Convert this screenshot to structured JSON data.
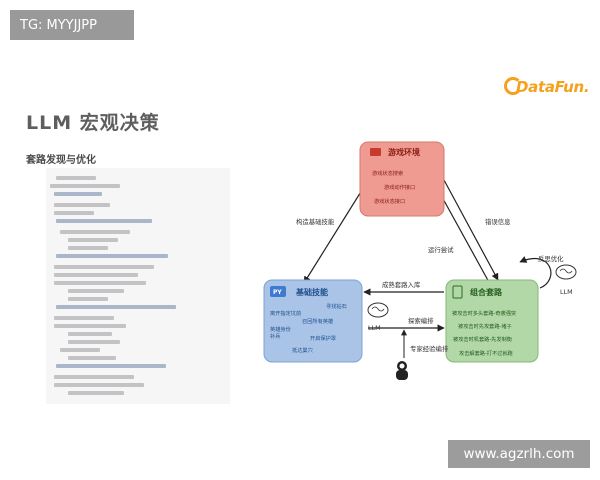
{
  "tag": "TG: MYYJJPP",
  "logo": "DataFun.",
  "title": "LLM  宏观决策",
  "subtitle": "套路发现与优化",
  "nodes": {
    "env": {
      "title": "游戏环境",
      "items": [
        "游戏状态搜索",
        "游戏动作接口",
        "游戏状态接口"
      ]
    },
    "basic": {
      "badge": "PY",
      "title": "基础技能",
      "items": [
        "寻找钻石",
        "离开指定坑前",
        "召回所有英雄",
        "英雄身份",
        "补兵",
        "开启保护罩",
        "抵达巢穴"
      ]
    },
    "combo": {
      "title": "组合套路",
      "items": [
        "被攻击时多头套路-奇袭强突",
        "被攻击时先攻套路-堵子",
        "被攻击时机套路-先发制衡",
        "攻击解套路-打不过就跑"
      ]
    }
  },
  "edges": {
    "build_basic": "构造基础技能",
    "error_info": "错误信息",
    "run_try": "运行尝试",
    "into_library": "成熟套路入库",
    "search_edit": "探索编排",
    "expert_edit": "专家经验编排",
    "reflect": "反思优化",
    "llm_center": "LLM",
    "llm_right": "LLM"
  },
  "watermark": "www.agzrlh.com"
}
